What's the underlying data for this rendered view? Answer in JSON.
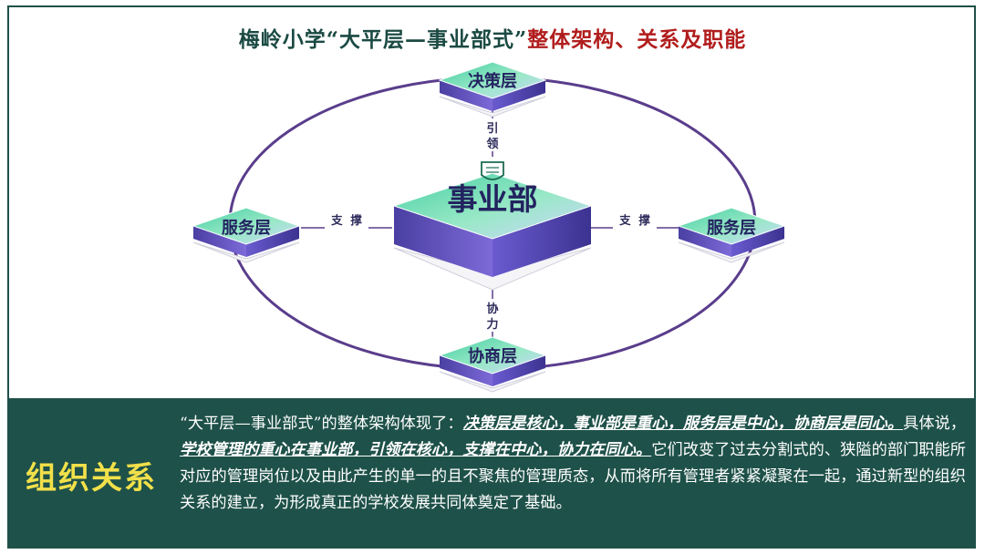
{
  "title": {
    "part1": "梅岭小学“大平层—事业部式”",
    "part2": "整体架构、关系及职能"
  },
  "diagram": {
    "center": "事业部",
    "top": "决策层",
    "left": "服务层",
    "right": "服务层",
    "bottom": "协商层",
    "link_top": [
      "引",
      "领"
    ],
    "link_left": "支  撑",
    "link_right": "支  撑",
    "link_bottom": [
      "协",
      "力"
    ]
  },
  "section": {
    "title": "组织关系",
    "p1": "“大平层—事业部式”的整体架构体现了：",
    "h1": "决策层是核心，事业部是重心，服务层是中心，协商层是同心。",
    "p2": "具体说，",
    "h2": "学校管理的重心在事业部，引领在核心，支撑在中心，协力在同心。",
    "p3": "它们改变了过去分割式的、狭隘的部门职能所对应的管理岗位以及由此产生的单一的且不聚焦的管理质态，从而将所有管理者紧紧凝聚在一起，通过新型的组织关系的建立，为形成真正的学校发展共同体奠定了基础。"
  },
  "colors": {
    "ring": "#5a3d8c",
    "teal": "#1e5149",
    "title_red": "#b11d1d",
    "section_yellow": "#f1e04a"
  }
}
